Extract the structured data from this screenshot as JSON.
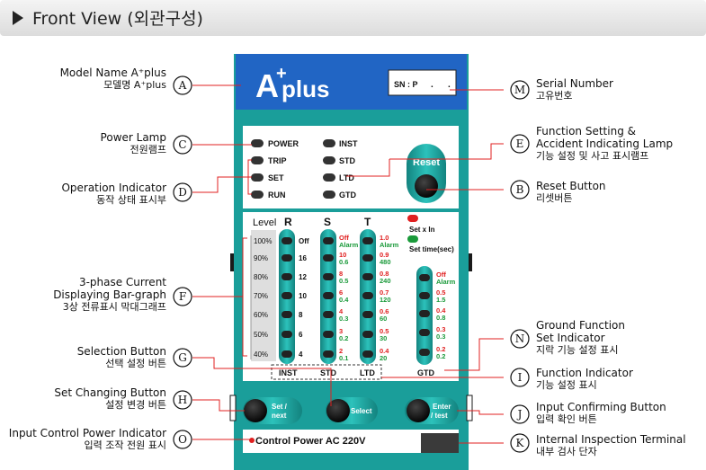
{
  "header": {
    "title": "Front View (외관구성)"
  },
  "device": {
    "logo_a": "A",
    "logo_plus_sup": "+",
    "logo_plus": "plus",
    "serial": {
      "sn": "SN : P",
      "dot1": ".",
      "dot2": "."
    },
    "lamps_left": [
      "POWER",
      "TRIP",
      "SET",
      "RUN"
    ],
    "lamps_right": [
      "INST",
      "STD",
      "LTD",
      "GTD"
    ],
    "reset_label": "Reset",
    "level_title": "Level",
    "phase_labels": [
      "R",
      "S",
      "T"
    ],
    "level_values": [
      "100%",
      "90%",
      "80%",
      "70%",
      "60%",
      "50%",
      "40%"
    ],
    "r_values": [
      "Off",
      "16",
      "12",
      "10",
      "8",
      "6",
      "4"
    ],
    "s_values": [
      {
        "a": "Off",
        "b": "Alarm"
      },
      {
        "a": "10",
        "b": "0.6"
      },
      {
        "a": "8",
        "b": "0.5"
      },
      {
        "a": "6",
        "b": "0.4"
      },
      {
        "a": "4",
        "b": "0.3"
      },
      {
        "a": "3",
        "b": "0.2"
      },
      {
        "a": "2",
        "b": "0.1"
      }
    ],
    "t_values": [
      {
        "a": "1.0",
        "b": "Alarm"
      },
      {
        "a": "0.9",
        "b": "480"
      },
      {
        "a": "0.8",
        "b": "240"
      },
      {
        "a": "0.7",
        "b": "120"
      },
      {
        "a": "0.6",
        "b": "60"
      },
      {
        "a": "0.5",
        "b": "30"
      },
      {
        "a": "0.4",
        "b": "20"
      }
    ],
    "bottom_labels": [
      "INST",
      "STD",
      "LTD"
    ],
    "gtd_label": "GTD",
    "legend_red": "Set x In",
    "legend_green": "Set time(sec)",
    "gtd_values": [
      {
        "a": "Off",
        "b": "Alarm"
      },
      {
        "a": "0.5",
        "b": "1.5"
      },
      {
        "a": "0.4",
        "b": "0.8"
      },
      {
        "a": "0.3",
        "b": "0.3"
      },
      {
        "a": "0.2",
        "b": "0.2"
      }
    ],
    "btn_set": [
      "Set /",
      "next"
    ],
    "btn_select": "Select",
    "btn_enter": [
      "Enter",
      "/ test"
    ],
    "power_text": "Control Power AC 220V"
  },
  "callouts": {
    "A": {
      "letter": "A",
      "line1": "Model Name  A⁺plus",
      "line2": "모델명 A⁺plus"
    },
    "C": {
      "letter": "C",
      "line1": "Power Lamp",
      "line2": "전원램프"
    },
    "D": {
      "letter": "D",
      "line1": "Operation Indicator",
      "line2": "동작 상태 표시부"
    },
    "F": {
      "letter": "F",
      "line1": "3-phase Current",
      "line2": "Displaying Bar-graph",
      "line3": "3상 전류표시 막대그래프"
    },
    "G": {
      "letter": "G",
      "line1": "Selection Button",
      "line2": "선택 설정 버튼"
    },
    "H": {
      "letter": "H",
      "line1": "Set Changing Button",
      "line2": "설정 변경 버튼"
    },
    "O": {
      "letter": "O",
      "line1": "Input Control Power Indicator",
      "line2": "입력 조작 전원 표시"
    },
    "M": {
      "letter": "M",
      "line1": "Serial Number",
      "line2": "고유번호"
    },
    "E": {
      "letter": "E",
      "line1": "Function Setting &",
      "line2": "Accident Indicating Lamp",
      "line3": "기능 설정 및 사고 표시램프"
    },
    "B": {
      "letter": "B",
      "line1": "Reset Button",
      "line2": "리셋버튼"
    },
    "N": {
      "letter": "N",
      "line1": "Ground Function",
      "line2": "Set Indicator",
      "line3": "지락 기능 설정 표시"
    },
    "I": {
      "letter": "I",
      "line1": "Function Indicator",
      "line2": "기능 설정 표시"
    },
    "J": {
      "letter": "J",
      "line1": "Input Confirming Button",
      "line2": "입력 확인 버튼"
    },
    "K": {
      "letter": "K",
      "line1": "Internal Inspection Terminal",
      "line2": "내부 검사 단자"
    }
  },
  "colors": {
    "teal": "#1a9e9a",
    "blue": "#2165c4",
    "red": "#e02020",
    "green": "#1a9a3a",
    "dark": "#1b1b1b"
  }
}
